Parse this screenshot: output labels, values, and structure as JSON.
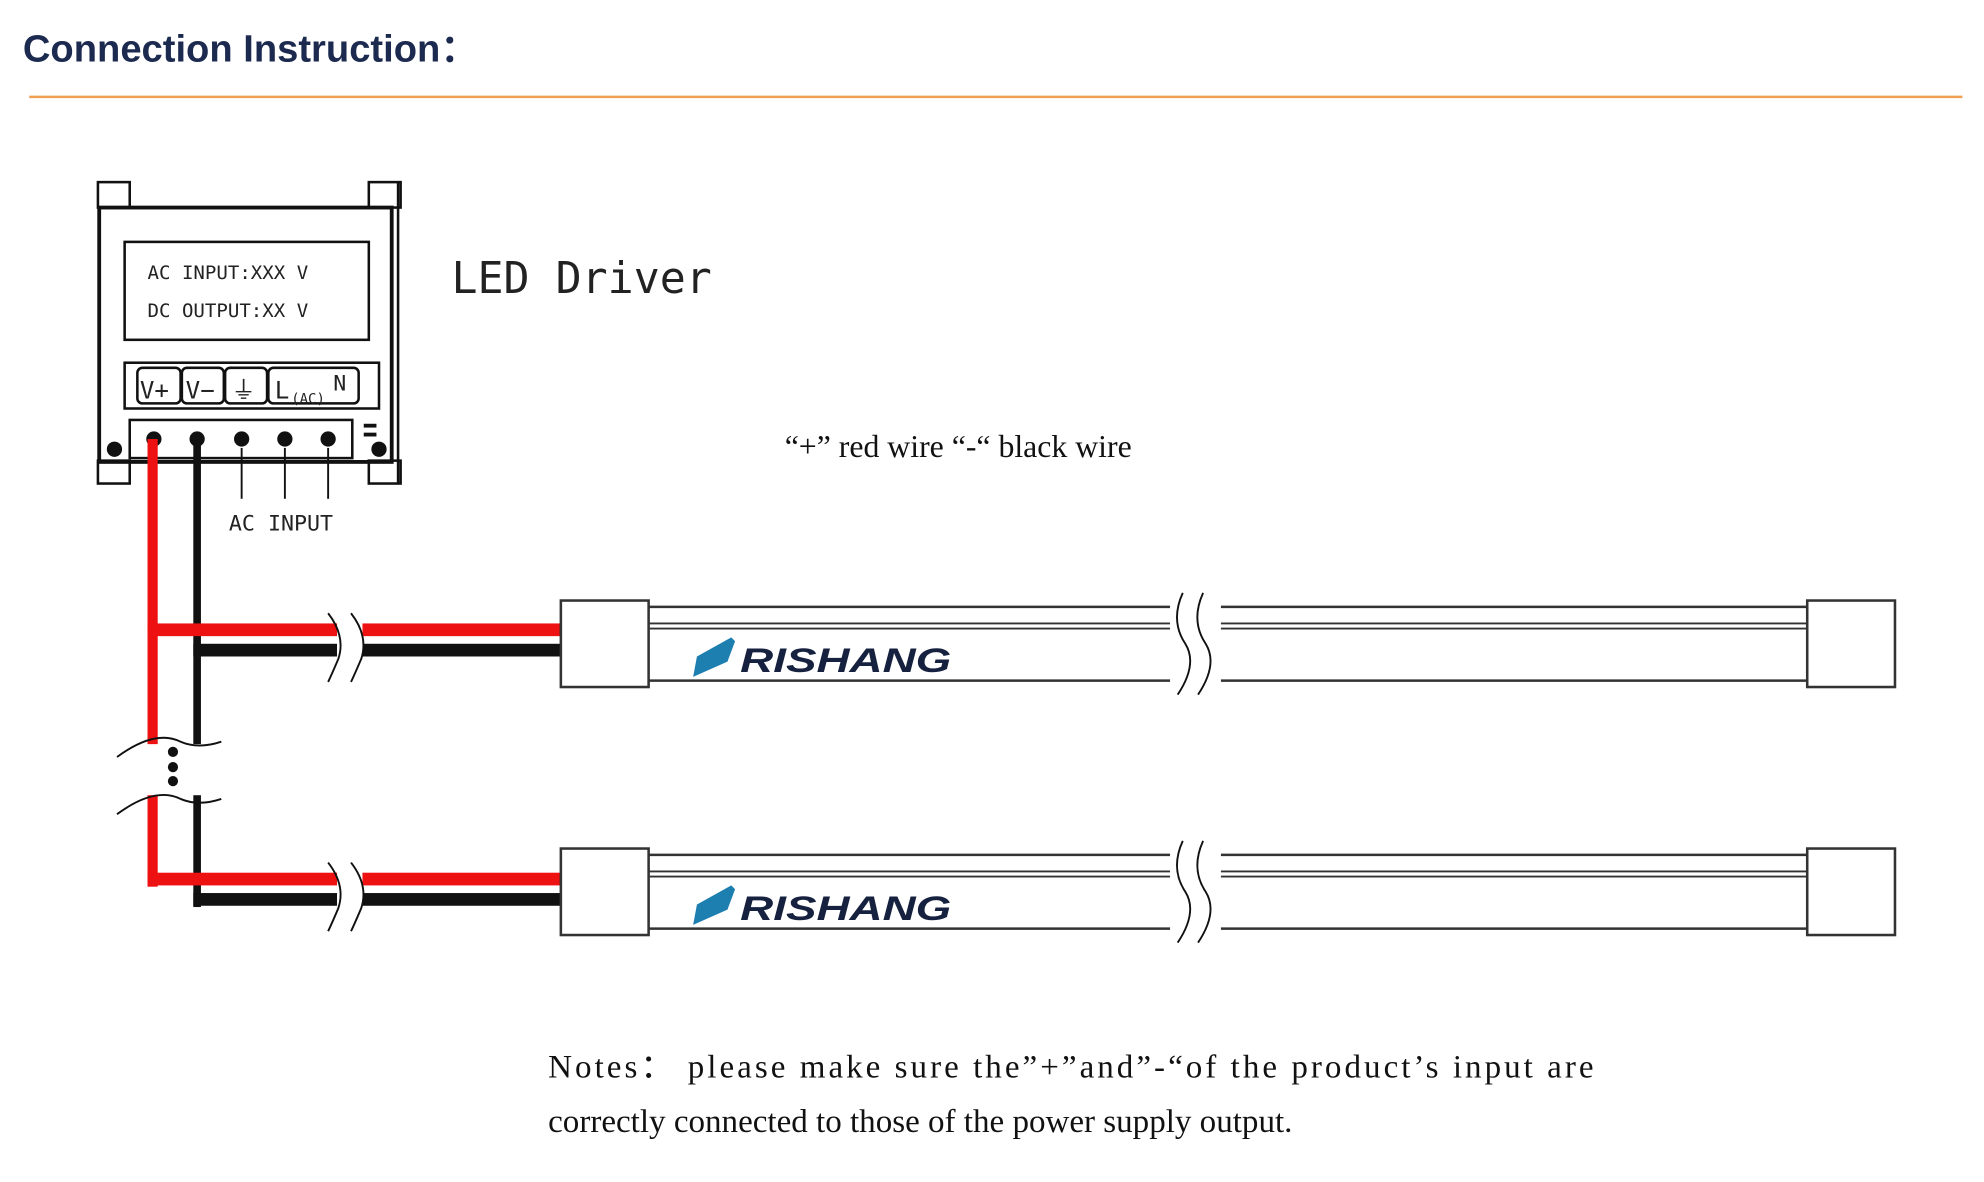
{
  "header": {
    "title": "Connection Instruction："
  },
  "driver": {
    "label": "LED Driver",
    "display_line1": "AC  INPUT:XXX V",
    "display_line2": "DC OUTPUT:XX V",
    "terminals": [
      "V+",
      "V−",
      "⏚",
      "L",
      "(AC)",
      "N"
    ],
    "ac_input_label": "AC INPUT"
  },
  "wire_legend": "“+”  red wire “-“ black wire",
  "strips": [
    {
      "brand": "RISHANG"
    },
    {
      "brand": "RISHANG"
    }
  ],
  "notes": {
    "line1": "Notes：  please  make  sure  the”+”and”-“of  the  product’s  input  are",
    "line2": "correctly connected to those of the power supply output."
  },
  "colors": {
    "accent_line": "#f0a050",
    "red_wire": "#ee1111",
    "black_wire": "#111111",
    "title": "#1c2a4f"
  }
}
